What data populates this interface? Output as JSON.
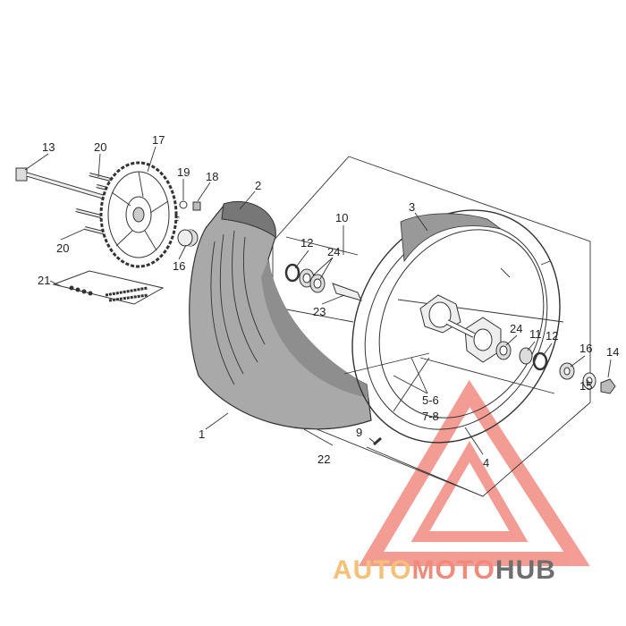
{
  "callouts": {
    "c1": "1",
    "c2": "2",
    "c3": "3",
    "c4": "4",
    "c5": "5-6",
    "c7": "7-8",
    "c9": "9",
    "c10": "10",
    "c11": "11",
    "c12a": "12",
    "c12b": "12",
    "c13": "13",
    "c14": "14",
    "c15": "15",
    "c16a": "16",
    "c16b": "16",
    "c17": "17",
    "c18": "18",
    "c19": "19",
    "c20a": "20",
    "c20b": "20",
    "c21": "21",
    "c22": "22",
    "c23": "23",
    "c24a": "24",
    "c24b": "24"
  },
  "watermark": {
    "part1": "AUTO",
    "part2": "MOTO",
    "part3": "HUB",
    "colors": {
      "auto": "#f5c07a",
      "moto": "#f08a7a",
      "hub": "#6e6e6e",
      "triangle": "#f28b82"
    }
  },
  "colors": {
    "tire": "#a9a9a9",
    "tire_dark": "#8e8e8e",
    "line": "#333333"
  }
}
